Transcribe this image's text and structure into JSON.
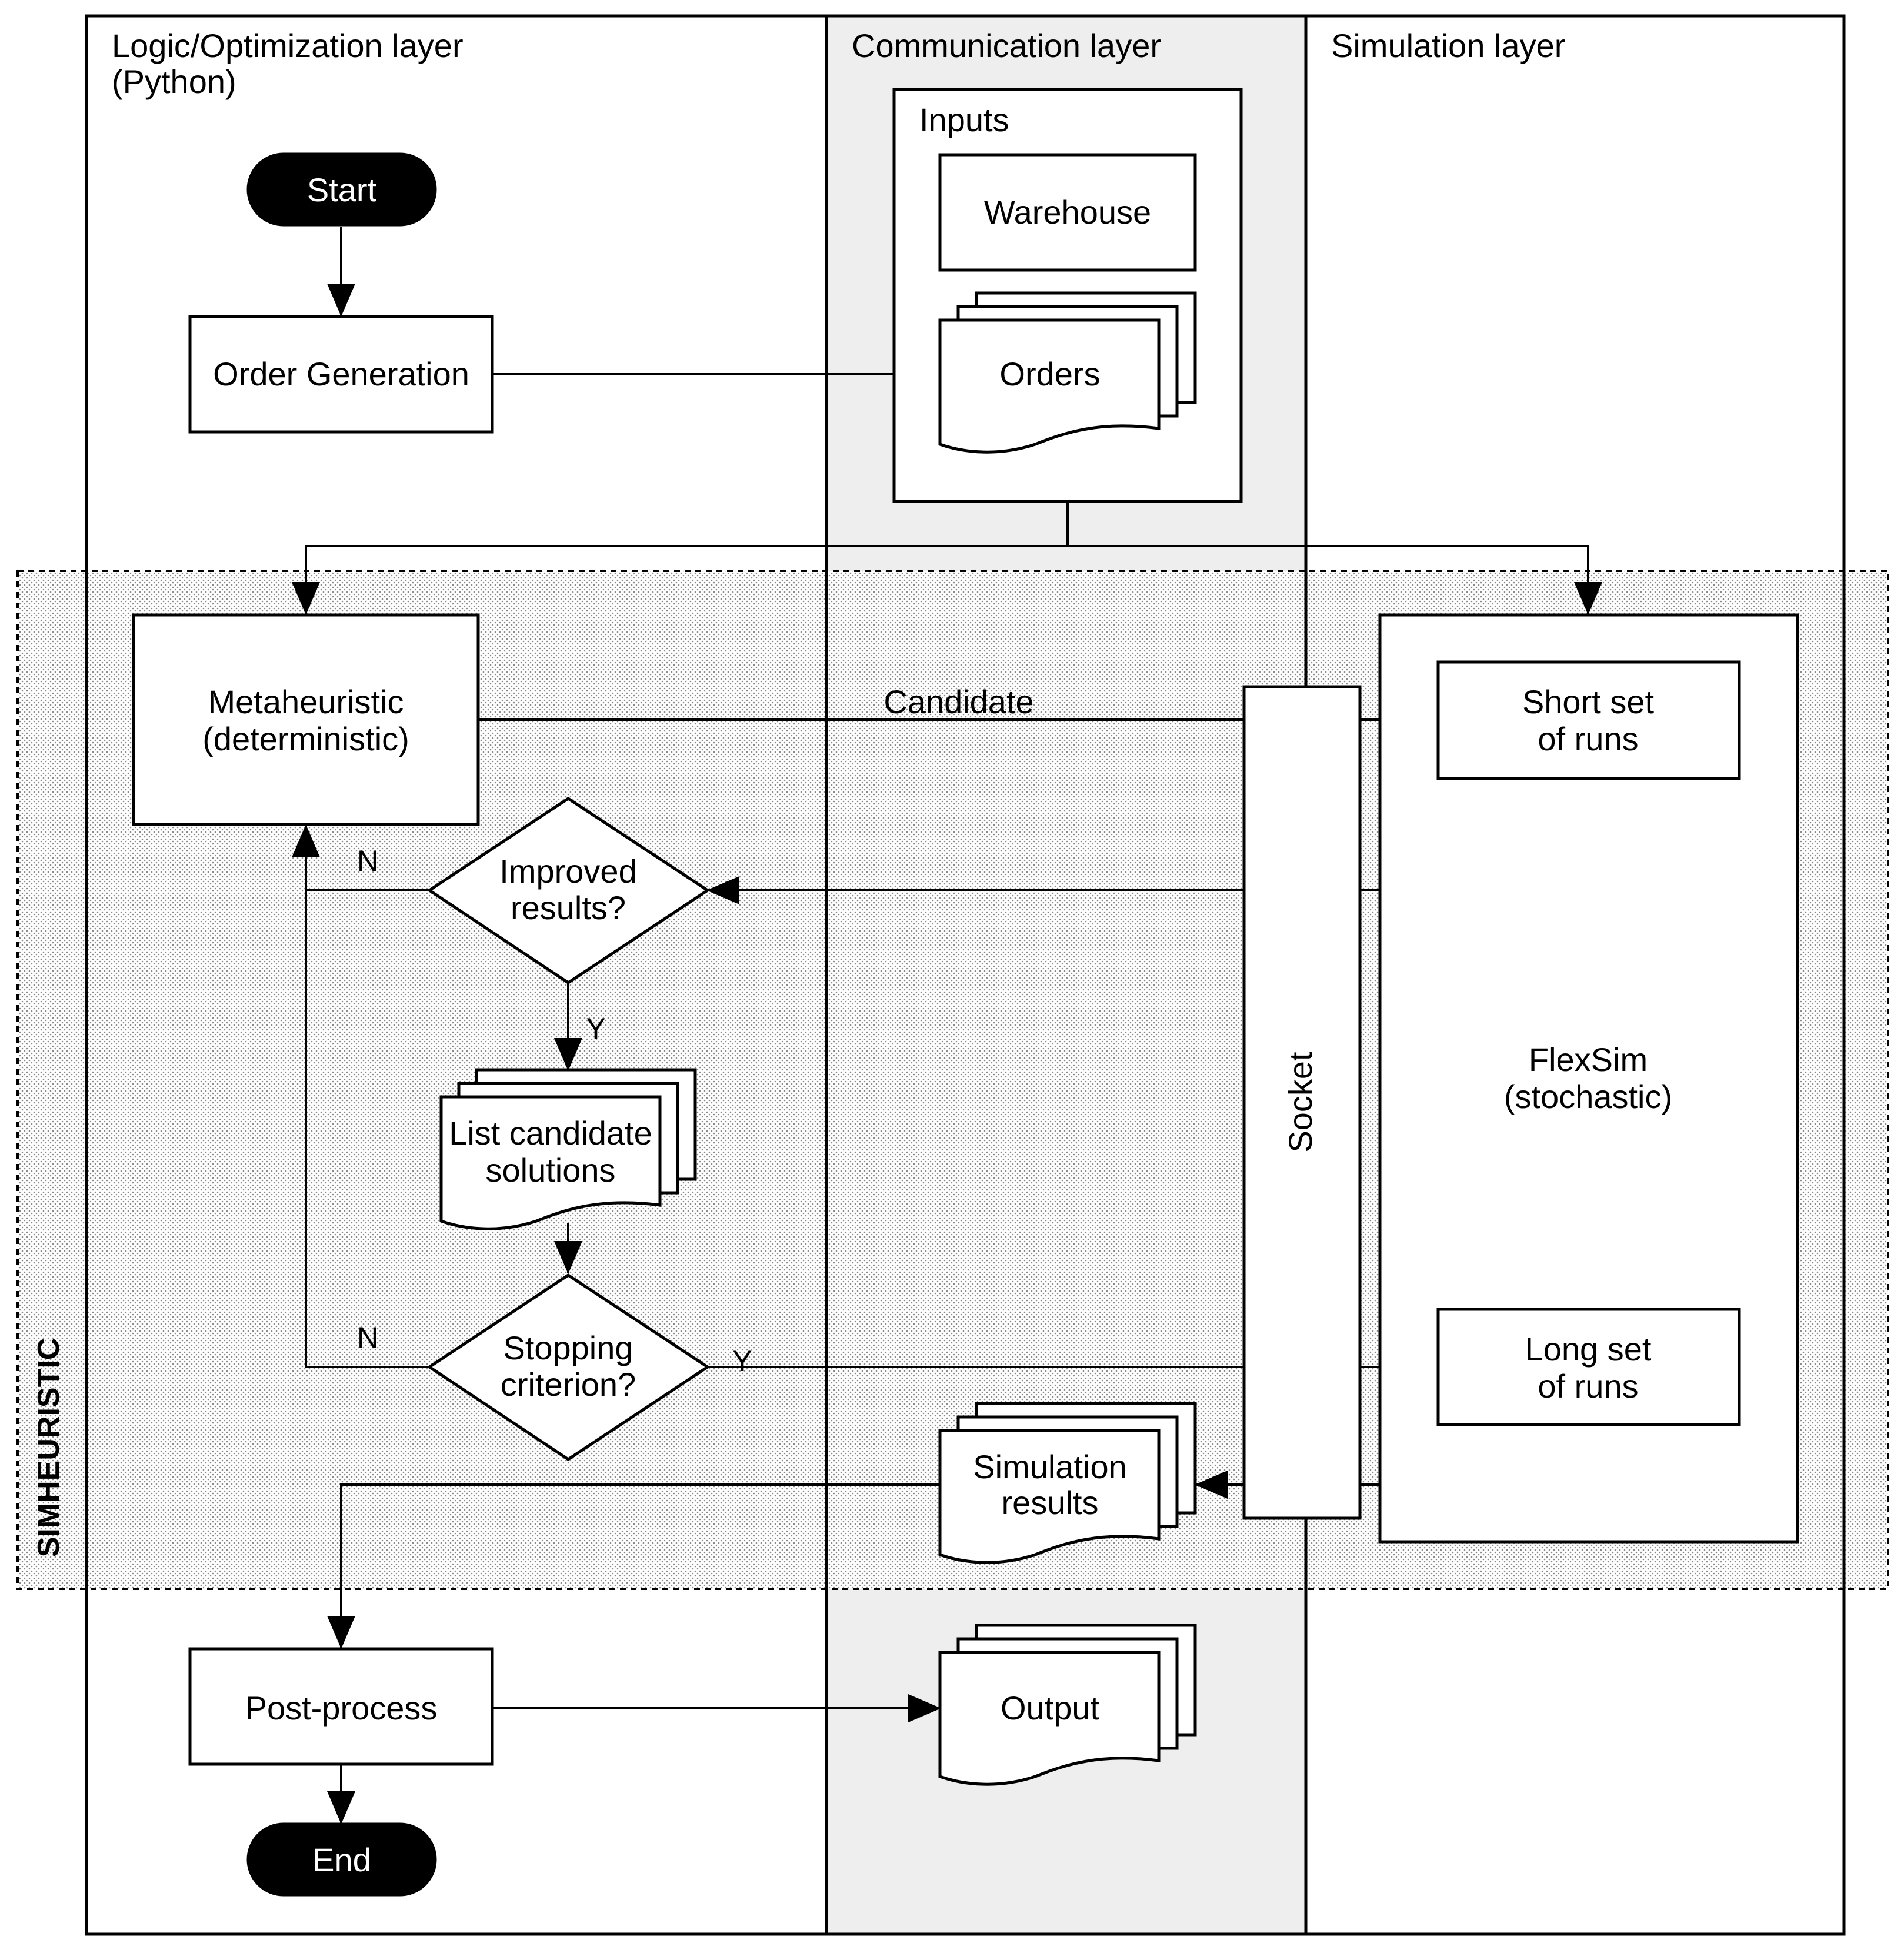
{
  "lanes": {
    "logic_line1": "Logic/Optimization layer",
    "logic_line2": "(Python)",
    "communication": "Communication layer",
    "simulation": "Simulation layer"
  },
  "region_label": "SIMHEURISTIC",
  "nodes": {
    "start": "Start",
    "order_generation": "Order Generation",
    "inputs": "Inputs",
    "warehouse": "Warehouse",
    "orders": "Orders",
    "metaheuristic_line1": "Metaheuristic",
    "metaheuristic_line2": "(deterministic)",
    "improved_line1": "Improved",
    "improved_line2": "results?",
    "list_line1": "List candidate",
    "list_line2": "solutions",
    "stopping_line1": "Stopping",
    "stopping_line2": "criterion?",
    "socket": "Socket",
    "short_line1": "Short set",
    "short_line2": "of runs",
    "flexsim_line1": "FlexSim",
    "flexsim_line2": "(stochastic)",
    "long_line1": "Long set",
    "long_line2": "of runs",
    "simres_line1": "Simulation",
    "simres_line2": "results",
    "post_process": "Post-process",
    "output": "Output",
    "end": "End"
  },
  "edges": {
    "candidate": "Candidate",
    "improved_no": "N",
    "improved_yes": "Y",
    "stopping_no": "N",
    "stopping_yes": "Y"
  }
}
